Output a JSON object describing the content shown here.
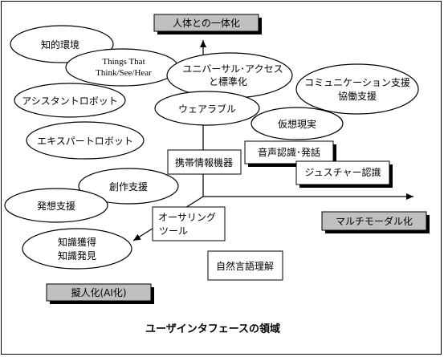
{
  "diagram": {
    "caption": "ユーザインタフェースの領域",
    "axes": {
      "up": "人体との一体化",
      "right": "マルチモーダル化",
      "down_left": "擬人化(AI化)"
    },
    "ellipses": {
      "chiteki_kankyo": "知的環境",
      "things_line1": "Things That",
      "things_line2": "Think/See/Hear",
      "universal_line1": "ユニバーサル･アクセス",
      "universal_line2": "と標準化",
      "communication_line1": "コミュニケーション支援",
      "communication_line2": "協働支援",
      "assistant_robot": "アシスタントロボット",
      "wearable": "ウェアラブル",
      "kaso_genjitsu": "仮想現実",
      "agent_robot": "エキスパートロボット",
      "sosaku_shien": "創作支援",
      "hasso_shien": "発想支援",
      "chishiki_line1": "知識獲得",
      "chishiki_line2": "知識発見"
    },
    "boxes": {
      "keitai_joho": "携帯情報機器",
      "onsei_ninshiki": "音声認識･発話",
      "gesture_ninshiki": "ジュスチャー認識",
      "authoring_line1": "オーサリング",
      "authoring_line2": "ツール",
      "shizen_gengo": "自然言語理解"
    }
  }
}
